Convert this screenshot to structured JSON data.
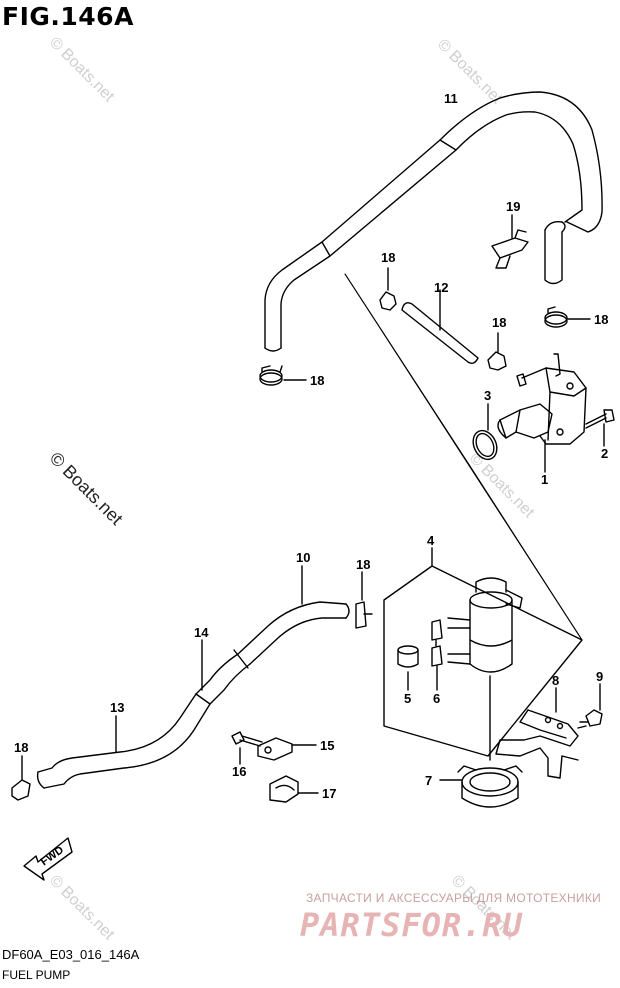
{
  "figure": {
    "title": "FIG.146A",
    "code": "DF60A_E03_016_146A",
    "caption": "FUEL PUMP"
  },
  "watermarks": {
    "small": "© Boats.net",
    "large": "© Boats.net"
  },
  "site_banner": {
    "tagline": "ЗАПЧАСТИ И АКСЕССУАРЫ ДЛЯ МОТОТЕХНИКИ",
    "brand": "PARTSFOR.RU"
  },
  "fwd_label": "FWD",
  "callouts": [
    "1",
    "2",
    "3",
    "4",
    "5",
    "6",
    "7",
    "8",
    "9",
    "10",
    "11",
    "12",
    "13",
    "14",
    "15",
    "16",
    "17",
    "18",
    "19"
  ]
}
